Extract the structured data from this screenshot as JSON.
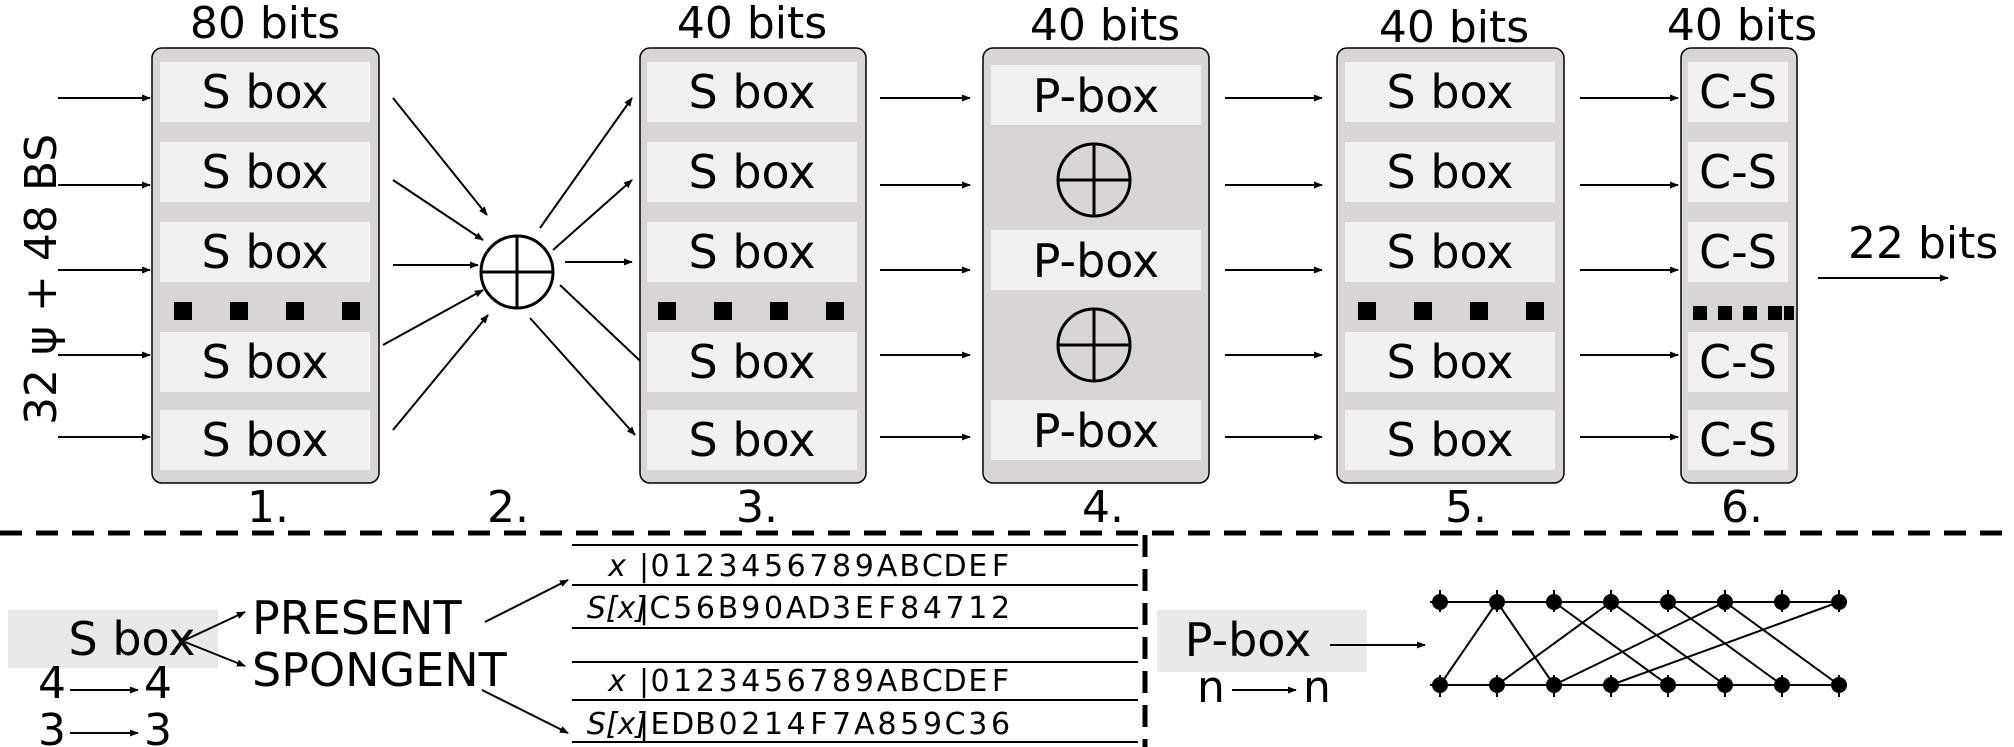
{
  "colors": {
    "panel": "#d9d5d5",
    "box": "#f1f1f1",
    "stroke": "#000000",
    "label_box": "#e9e9e9"
  },
  "input_label": "32 ψ + 48 BS",
  "output_label": "22 bits",
  "stages": [
    {
      "number": "1.",
      "width_label": "80 bits",
      "unit_label": "S box"
    },
    {
      "number": "2.",
      "symbol": "xor"
    },
    {
      "number": "3.",
      "width_label": "40 bits",
      "unit_label": "S box"
    },
    {
      "number": "4.",
      "width_label": "40 bits",
      "unit_label": "P-box"
    },
    {
      "number": "5.",
      "width_label": "40 bits",
      "unit_label": "S box"
    },
    {
      "number": "6.",
      "width_label": "40 bits",
      "unit_label": "C-S"
    }
  ],
  "legend": {
    "sbox_label": "S box",
    "sbox_sizes": [
      "4",
      "4",
      "3",
      "3"
    ],
    "variants": [
      "PRESENT",
      "SPONGENT"
    ],
    "tables": [
      {
        "x_header": "x",
        "y_header": "S[x]",
        "x": [
          "0",
          "1",
          "2",
          "3",
          "4",
          "5",
          "6",
          "7",
          "8",
          "9",
          "A",
          "B",
          "C",
          "D",
          "E",
          "F"
        ],
        "s": [
          "C",
          "5",
          "6",
          "B",
          "9",
          "0",
          "A",
          "D",
          "3",
          "E",
          "F",
          "8",
          "4",
          "7",
          "1",
          "2"
        ]
      },
      {
        "x_header": "x",
        "y_header": "S[x]",
        "x": [
          "0",
          "1",
          "2",
          "3",
          "4",
          "5",
          "6",
          "7",
          "8",
          "9",
          "A",
          "B",
          "C",
          "D",
          "E",
          "F"
        ],
        "s": [
          "E",
          "D",
          "B",
          "0",
          "2",
          "1",
          "4",
          "F",
          "7",
          "A",
          "8",
          "5",
          "9",
          "C",
          "3",
          "6"
        ]
      }
    ],
    "pbox_label": "P-box",
    "pbox_sizes": [
      "n",
      "n"
    ]
  }
}
